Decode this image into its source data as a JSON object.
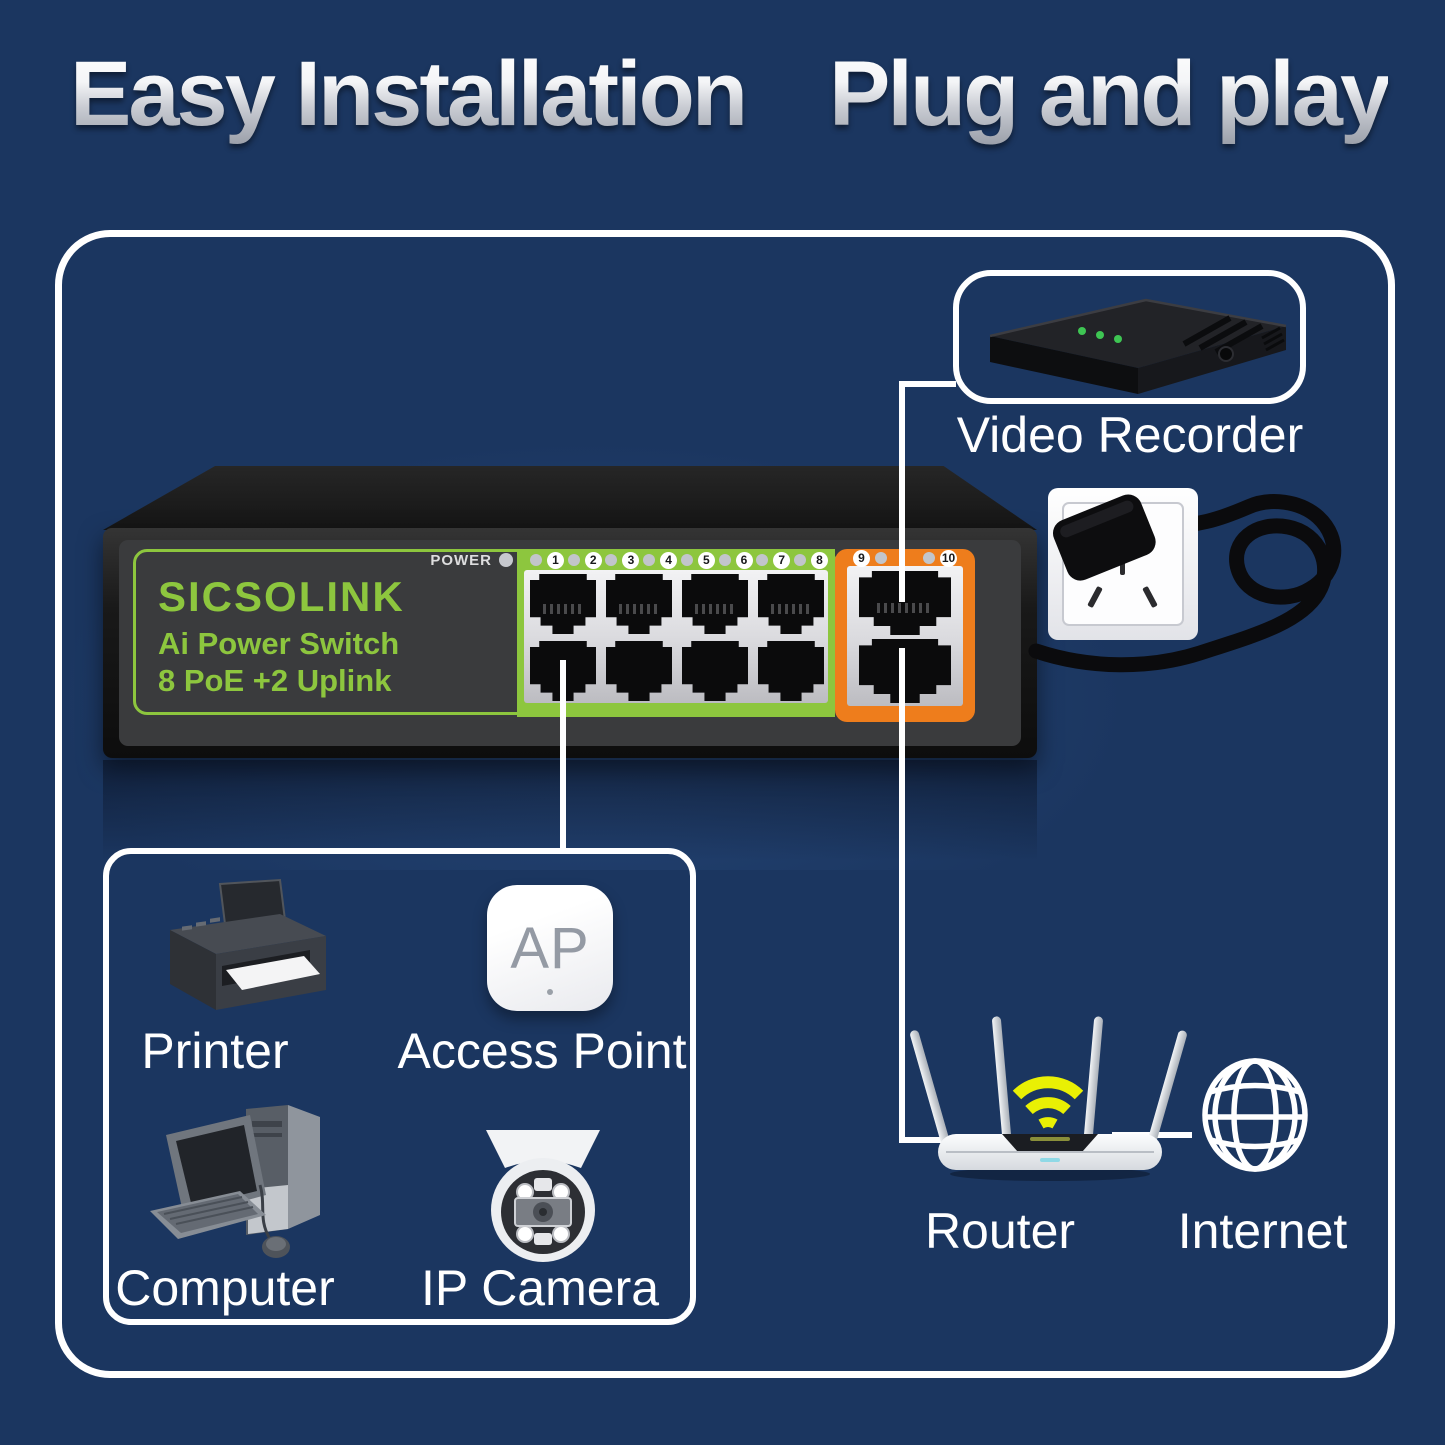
{
  "title": {
    "left": "Easy Installation",
    "right": "Plug and play"
  },
  "switch": {
    "brand": "SICSOLINK",
    "model_line1": "Ai Power Switch",
    "model_line2": "8 PoE +2 Uplink",
    "power_label": "POWER",
    "ports": [
      "1",
      "2",
      "3",
      "4",
      "5",
      "6",
      "7",
      "8",
      "9",
      "10"
    ]
  },
  "devices": {
    "video_recorder": "Video Recorder",
    "printer": "Printer",
    "access_point": "Access Point",
    "access_point_badge": "AP",
    "computer": "Computer",
    "ip_camera": "IP Camera",
    "router": "Router",
    "internet": "Internet"
  },
  "colors": {
    "background_navy": "#1b3660",
    "poe_panel_green": "#8dc63e",
    "uplink_panel_orange": "#ee7d1c",
    "wifi_yellow": "#e9f004",
    "connector_white": "#ffffff"
  }
}
